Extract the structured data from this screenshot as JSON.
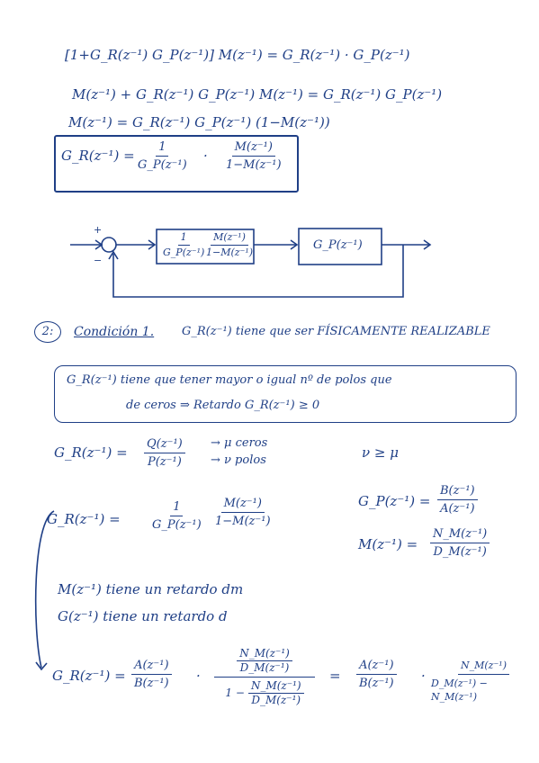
{
  "eq1": "[1+G_R(z⁻¹) G_P(z⁻¹)] M(z⁻¹)  =  G_R(z⁻¹) · G_P(z⁻¹)",
  "eq2": "M(z⁻¹) + G_R(z⁻¹) G_P(z⁻¹) M(z⁻¹)  =  G_R(z⁻¹) G_P(z⁻¹)",
  "eq3": "M(z⁻¹) =  G_R(z⁻¹) G_P(z⁻¹) (1−M(z⁻¹))",
  "gr_final": {
    "lhs": "G_R(z⁻¹) =",
    "f1_num": "1",
    "f1_den": "G_P(z⁻¹)",
    "dot": "·",
    "f2_num": "M(z⁻¹)",
    "f2_den": "1−M(z⁻¹)"
  },
  "diagram": {
    "plus": "+",
    "minus": "−",
    "block1_f1_num": "1",
    "block1_f1_den": "G_P(z⁻¹)",
    "block1_f2_num": "M(z⁻¹)",
    "block1_f2_den": "1−M(z⁻¹)",
    "block2": "G_P(z⁻¹)"
  },
  "section2": {
    "number": "2:",
    "title": "Condición 1.",
    "text": "G_R(z⁻¹)  tiene que ser  FÍSICAMENTE REALIZABLE"
  },
  "condition_box": {
    "line1": "G_R(z⁻¹) tiene que tener mayor o igual nº de polos que",
    "line2": "de ceros ⇒ Retardo G_R(z⁻¹) ≥ 0"
  },
  "gr_qp": {
    "lhs": "G_R(z⁻¹) =",
    "num": "Q(z⁻¹)",
    "den": "P(z⁻¹)",
    "arrow_num": "→ μ ceros",
    "arrow_den": "→ ν polos",
    "ineq": "ν ≥ μ"
  },
  "gr_eq2": {
    "lhs": "G_R(z⁻¹) =",
    "f1_num": "1",
    "f1_den": "G_P(z⁻¹)",
    "f2_num": "M(z⁻¹)",
    "f2_den": "1−M(z⁻¹)"
  },
  "gp_def": {
    "lhs": "G_P(z⁻¹) =",
    "num": "B(z⁻¹)",
    "den": "A(z⁻¹)"
  },
  "m_def": {
    "lhs": "M(z⁻¹) =",
    "num": "N_M(z⁻¹)",
    "den": "D_M(z⁻¹)"
  },
  "delay_m": "M(z⁻¹)  tiene  un  retardo   dm",
  "delay_g": "G(z⁻¹)  tiene  un  retardo    d",
  "final_eq": {
    "lhs": "G_R(z⁻¹) =",
    "f1_num": "A(z⁻¹)",
    "f1_den": "B(z⁻¹)",
    "dot": "·",
    "big_num_num": "N_M(z⁻¹)",
    "big_num_den": "D_M(z⁻¹)",
    "big_den_left": "1 −",
    "big_den_num": "N_M(z⁻¹)",
    "big_den_den": "D_M(z⁻¹)",
    "eq": "=",
    "f3_num": "A(z⁻¹)",
    "f3_den": "B(z⁻¹)",
    "dot2": "·",
    "f4_num": "N_M(z⁻¹)",
    "f4_den": "D_M(z⁻¹) − N_M(z⁻¹)"
  }
}
